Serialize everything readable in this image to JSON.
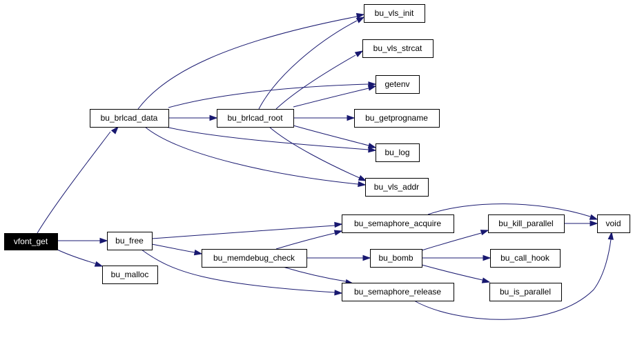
{
  "graph": {
    "nodes": [
      {
        "id": "vfont_get",
        "label": "vfont_get",
        "root": true
      },
      {
        "id": "bu_brlcad_data",
        "label": "bu_brlcad_data"
      },
      {
        "id": "bu_free",
        "label": "bu_free"
      },
      {
        "id": "bu_malloc",
        "label": "bu_malloc"
      },
      {
        "id": "bu_brlcad_root",
        "label": "bu_brlcad_root"
      },
      {
        "id": "bu_vls_init",
        "label": "bu_vls_init"
      },
      {
        "id": "bu_vls_strcat",
        "label": "bu_vls_strcat"
      },
      {
        "id": "getenv",
        "label": "getenv"
      },
      {
        "id": "bu_getprogname",
        "label": "bu_getprogname"
      },
      {
        "id": "bu_log",
        "label": "bu_log"
      },
      {
        "id": "bu_vls_addr",
        "label": "bu_vls_addr"
      },
      {
        "id": "bu_memdebug_check",
        "label": "bu_memdebug_check"
      },
      {
        "id": "bu_semaphore_acquire",
        "label": "bu_semaphore_acquire"
      },
      {
        "id": "bu_semaphore_release",
        "label": "bu_semaphore_release"
      },
      {
        "id": "bu_bomb",
        "label": "bu_bomb"
      },
      {
        "id": "bu_kill_parallel",
        "label": "bu_kill_parallel"
      },
      {
        "id": "bu_call_hook",
        "label": "bu_call_hook"
      },
      {
        "id": "bu_is_parallel",
        "label": "bu_is_parallel"
      },
      {
        "id": "void",
        "label": "void"
      }
    ],
    "edges": [
      {
        "from": "vfont_get",
        "to": "bu_brlcad_data"
      },
      {
        "from": "vfont_get",
        "to": "bu_free"
      },
      {
        "from": "vfont_get",
        "to": "bu_malloc"
      },
      {
        "from": "bu_brlcad_data",
        "to": "bu_vls_init"
      },
      {
        "from": "bu_brlcad_data",
        "to": "getenv"
      },
      {
        "from": "bu_brlcad_data",
        "to": "bu_brlcad_root"
      },
      {
        "from": "bu_brlcad_data",
        "to": "bu_log"
      },
      {
        "from": "bu_brlcad_data",
        "to": "bu_vls_addr"
      },
      {
        "from": "bu_brlcad_root",
        "to": "bu_vls_init"
      },
      {
        "from": "bu_brlcad_root",
        "to": "bu_vls_strcat"
      },
      {
        "from": "bu_brlcad_root",
        "to": "getenv"
      },
      {
        "from": "bu_brlcad_root",
        "to": "bu_getprogname"
      },
      {
        "from": "bu_brlcad_root",
        "to": "bu_log"
      },
      {
        "from": "bu_brlcad_root",
        "to": "bu_vls_addr"
      },
      {
        "from": "bu_free",
        "to": "bu_semaphore_acquire"
      },
      {
        "from": "bu_free",
        "to": "bu_memdebug_check"
      },
      {
        "from": "bu_free",
        "to": "bu_semaphore_release"
      },
      {
        "from": "bu_memdebug_check",
        "to": "bu_semaphore_acquire"
      },
      {
        "from": "bu_memdebug_check",
        "to": "bu_bomb"
      },
      {
        "from": "bu_memdebug_check",
        "to": "bu_semaphore_release"
      },
      {
        "from": "bu_semaphore_acquire",
        "to": "void"
      },
      {
        "from": "bu_semaphore_release",
        "to": "void"
      },
      {
        "from": "bu_bomb",
        "to": "bu_kill_parallel"
      },
      {
        "from": "bu_bomb",
        "to": "bu_call_hook"
      },
      {
        "from": "bu_bomb",
        "to": "bu_is_parallel"
      },
      {
        "from": "bu_kill_parallel",
        "to": "void"
      }
    ],
    "colors": {
      "edge": "#191970",
      "node_border": "#000000",
      "root_fill": "#000000",
      "root_text": "#ffffff",
      "node_fill": "#ffffff"
    }
  }
}
